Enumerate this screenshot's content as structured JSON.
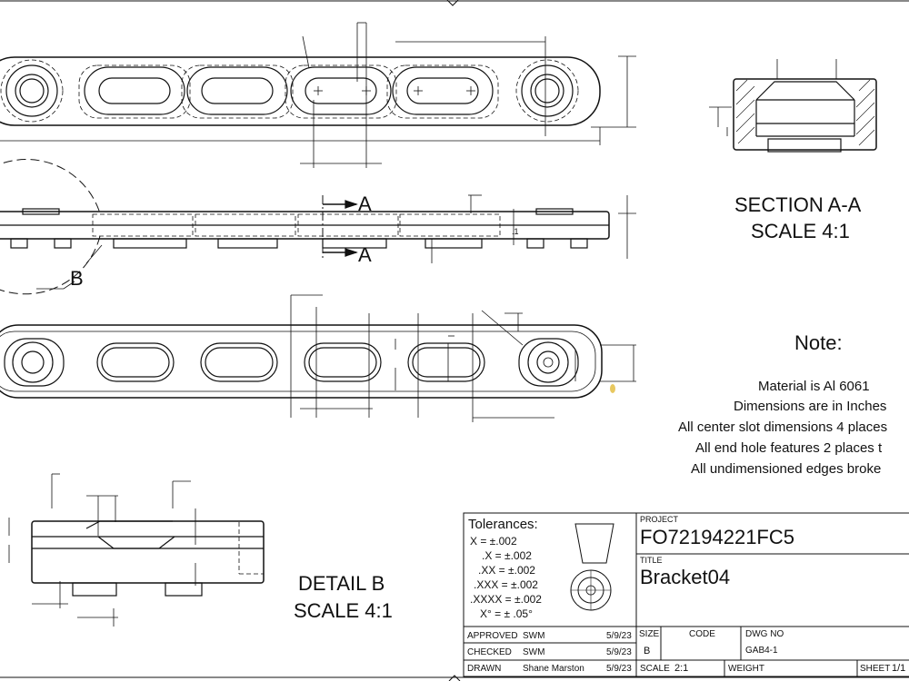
{
  "views": {
    "section_label": "SECTION A-A",
    "section_scale": "SCALE 4:1",
    "detail_label": "DETAIL B",
    "detail_scale": "SCALE 4:1",
    "cut_letter_top": "A",
    "cut_letter_bottom": "A",
    "detail_letter": "B",
    "dim_small": ".1"
  },
  "notes": {
    "title": "Note:",
    "lines": [
      "Material is Al 6061",
      "Dimensions are in Inches",
      "All center slot dimensions 4 places",
      "All end hole features 2 places t",
      "All undimensioned edges broke"
    ]
  },
  "title_block": {
    "tolerances_title": "Tolerances:",
    "tolerances": [
      "X = ±.002",
      ".X = ±.002",
      ".XX = ±.002",
      ".XXX = ±.002",
      ".XXXX = ±.002",
      "X° = ± .05°"
    ],
    "project_label": "PROJECT",
    "project": "FO72194221FC5",
    "title_label": "TITLE",
    "title": "Bracket04",
    "approved_label": "APPROVED",
    "approved_by": "SWM",
    "approved_date": "5/9/23",
    "checked_label": "CHECKED",
    "checked_by": "SWM",
    "checked_date": "5/9/23",
    "drawn_label": "DRAWN",
    "drawn_by": "Shane Marston",
    "drawn_date": "5/9/23",
    "size_label": "SIZE",
    "size": "B",
    "code_label": "CODE",
    "dwg_label": "DWG NO",
    "dwg_no": "GAB4-1",
    "scale_label": "SCALE",
    "scale": "2:1",
    "weight_label": "WEIGHT",
    "sheet_label": "SHEET",
    "sheet": "1/1"
  }
}
